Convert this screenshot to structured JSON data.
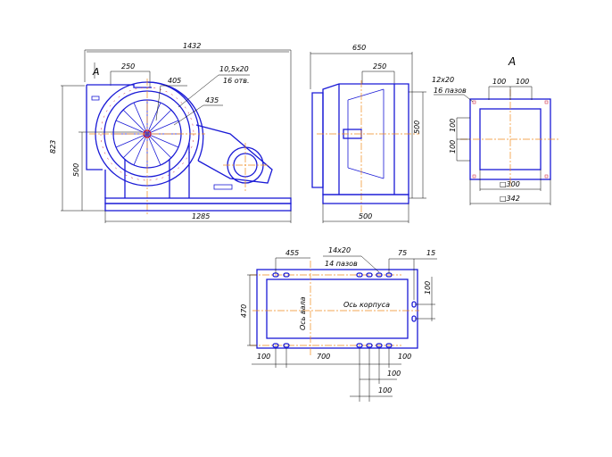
{
  "front_view": {
    "dims": {
      "overall_length": "1432",
      "height": "823",
      "axis_height": "500",
      "inlet_offset": "250",
      "diameter_inner": "405",
      "diameter_outer": "435",
      "holes_size": "10,5x20",
      "holes_count": "16 отв.",
      "base_length": "1285"
    },
    "view_marker": "A"
  },
  "side_view": {
    "dims": {
      "width": "650",
      "offset": "250",
      "height": "500",
      "base_width": "500"
    }
  },
  "view_a": {
    "title": "A",
    "dims": {
      "slot_size": "12x20",
      "slot_count": "16 пазов",
      "top_pitch_1": "100",
      "top_pitch_2": "100",
      "side_pitch_1": "100",
      "side_pitch_2": "100",
      "inner_square": "□300",
      "outer_square": "□342"
    }
  },
  "plan_view": {
    "dims": {
      "shaft_offset": "455",
      "slot_size": "14x20",
      "slot_count": "14 пазов",
      "right_pitch": "75",
      "right_edge": "15",
      "side_pitch": "100",
      "width": "470",
      "left_pitch": "100",
      "length": "700",
      "right_bottom": "100",
      "pitch_a": "100",
      "pitch_b": "100"
    },
    "shaft_axis_label": "Ось вала",
    "body_axis_label": "Ось корпуса"
  },
  "colors": {
    "outline": "#1a1ad6",
    "axis": "#f08a1c",
    "dimension": "#000000"
  }
}
